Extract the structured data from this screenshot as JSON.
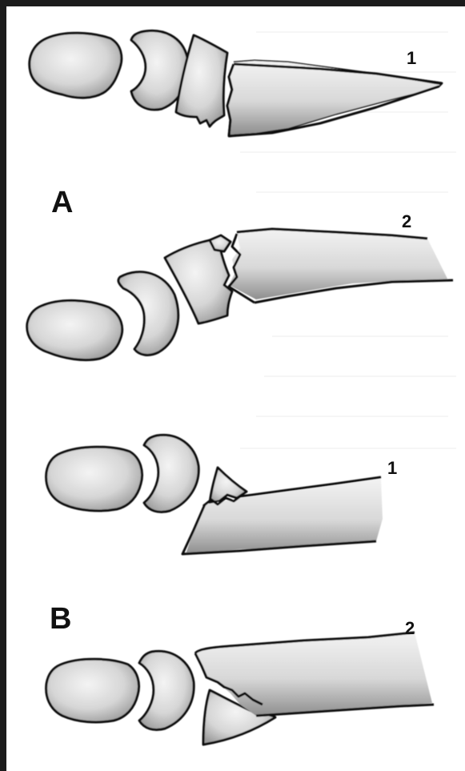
{
  "labels": {
    "panel_a": "A",
    "panel_b": "B",
    "a1": "1",
    "a2": "2",
    "b1": "1",
    "b2": "2"
  },
  "colors": {
    "frame": "#1b1b1b",
    "page": "#ffffff",
    "bone_fill": "#dcdcdc",
    "bone_shade": "#9a9a9a",
    "outline": "#111111"
  }
}
